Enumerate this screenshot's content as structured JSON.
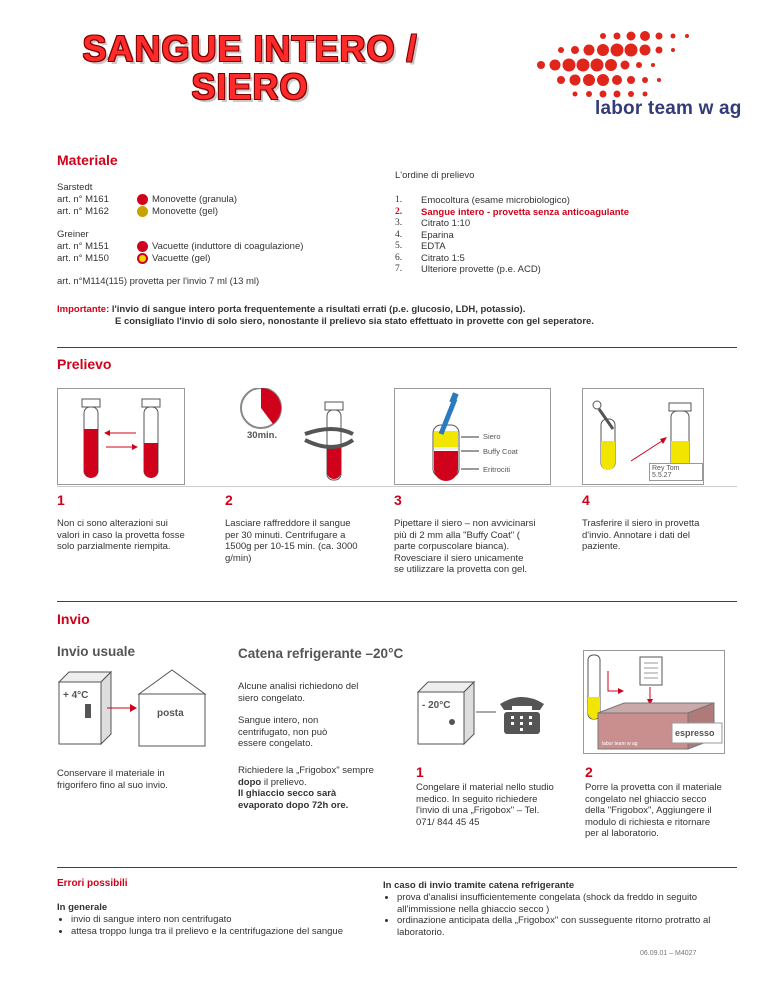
{
  "header": {
    "title_line1": "SANGUE INTERO /",
    "title_line2": "SIERO",
    "brand": "labor team w ag"
  },
  "materiale": {
    "heading": "Materiale",
    "sarstedt": {
      "name": "Sarstedt",
      "items": [
        {
          "art": "art. n° M161",
          "label": "Monovette (granula)",
          "color": "#d0021b"
        },
        {
          "art": "art. n° M162",
          "label": "Monovette (gel)",
          "color": "#c8a200"
        }
      ]
    },
    "greiner": {
      "name": "Greiner",
      "items": [
        {
          "art": "art. n° M151",
          "label": "Vacuette (induttore di coagulazione)",
          "color": "#d0021b"
        },
        {
          "art": "art. n° M150",
          "label": "Vacuette (gel)",
          "color": "#f2d200"
        }
      ]
    },
    "m114": "art. n°M114(115)  provetta per l'invio 7 ml (13 ml)"
  },
  "ordine": {
    "heading": "L'ordine di prelievo",
    "items": [
      {
        "n": "1.",
        "text": "Emocoltura (esame microbiologico)"
      },
      {
        "n": "2.",
        "text": "Sangue intero  - provetta senza anticoagulante"
      },
      {
        "n": "3.",
        "text": "Citrato 1:10"
      },
      {
        "n": "4.",
        "text": "Eparina"
      },
      {
        "n": "5.",
        "text": "EDTA"
      },
      {
        "n": "6.",
        "text": "Citrato 1:5"
      },
      {
        "n": "7.",
        "text": "Ulteriore provette (p.e. ACD)"
      }
    ]
  },
  "importante": {
    "label": "Importante:",
    "line1": "l'invio di sangue intero porta frequentemente a risultati errati (p.e. glucosio, LDH, potassio).",
    "line2": "E consigliato l'invio di solo siero, nonostante il prelievo sia stato effettuato in provette con gel seperatore."
  },
  "prelievo": {
    "heading": "Prelievo",
    "timer_label": "30min.",
    "layers": [
      "Siero",
      "Buffy Coat",
      "Eritrociti"
    ],
    "tube_label": "Rey Tom 5.5.27",
    "steps": [
      {
        "num": "1",
        "text": "Non ci sono alterazioni sui valori in caso la provetta fosse solo parzialmente riempita."
      },
      {
        "num": "2",
        "text": "Lasciare raffreddore il sangue per 30 minuti. Centrifugare a 1500g per 10-15 min. (ca. 3000 g/min)"
      },
      {
        "num": "3",
        "text": "Pipettare il siero  – non avvicinarsi più di 2 mm alla  \"Buffy Coat\" ( parte corpuscolare bianca). Rovesciare il siero unicamente se utilizzare la provetta con gel."
      },
      {
        "num": "4",
        "text": "Trasferire il siero in provetta d'invio. Annotare i dati del paziente."
      }
    ]
  },
  "invio": {
    "heading": "Invio",
    "usuale": {
      "heading": "Invio usuale",
      "fridge_temp": "+ 4°C",
      "posta": "posta",
      "text": "Conservare il materiale in frigorifero fino al suo invio."
    },
    "catena": {
      "heading": "Catena refrigerante –20°C",
      "p1": "Alcune analisi richiedono del siero congelato.",
      "p2": "Sangue intero, non centrifugato, non può essere congelato.",
      "p3a": "Richiedere la „Frigobox\" sempre ",
      "p3b": "dopo",
      "p3c": " il prelievo.",
      "p3d": "Il ghiaccio secco sarà evaporato dopo  72h ore.",
      "freezer_temp": "- 20°C",
      "espresso": "espresso",
      "box_label": "labor team w ag",
      "steps": [
        {
          "num": "1",
          "text": "Congelare il material nello studio medico. In seguito richiedere l'invio di una „Frigobox\" – Tel. 071/ 844 45 45"
        },
        {
          "num": "2",
          "text": "Porre la provetta con il materiale congelato nel ghiaccio secco della \"Frigobox\", Aggiungere il modulo di richiesta e ritornare per al laboratorio."
        }
      ]
    }
  },
  "errori": {
    "heading": "Errori possibili",
    "generale_heading": "In generale",
    "generale": [
      "invio di sangue intero non centrifugato",
      "attesa troppo lunga tra il prelievo e la centrifugazione del sangue"
    ],
    "catena_heading": "In caso di invio tramite catena refrigerante",
    "catena": [
      "prova d'analisi insufficientemente congelata (shock da freddo in seguito all'immissione nella ghiaccio secco )",
      "ordinazione anticipata della „Frigobox\" con susseguente ritorno protratto al laboratorio."
    ]
  },
  "footer": "06.09.01 – M4027"
}
